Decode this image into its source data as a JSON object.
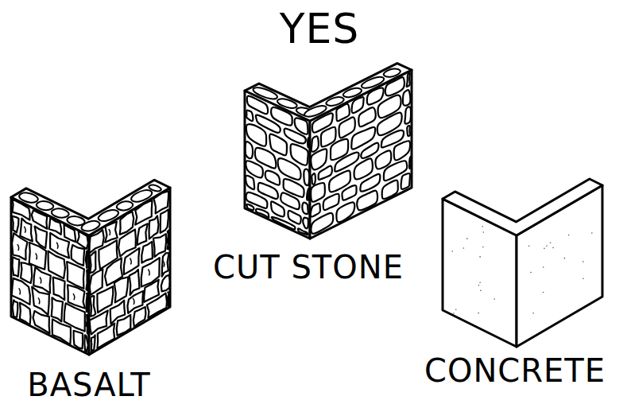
{
  "diagram": {
    "title": "YES",
    "labels": [
      "CUT STONE",
      "BASALT",
      "CONCRETE"
    ]
  }
}
